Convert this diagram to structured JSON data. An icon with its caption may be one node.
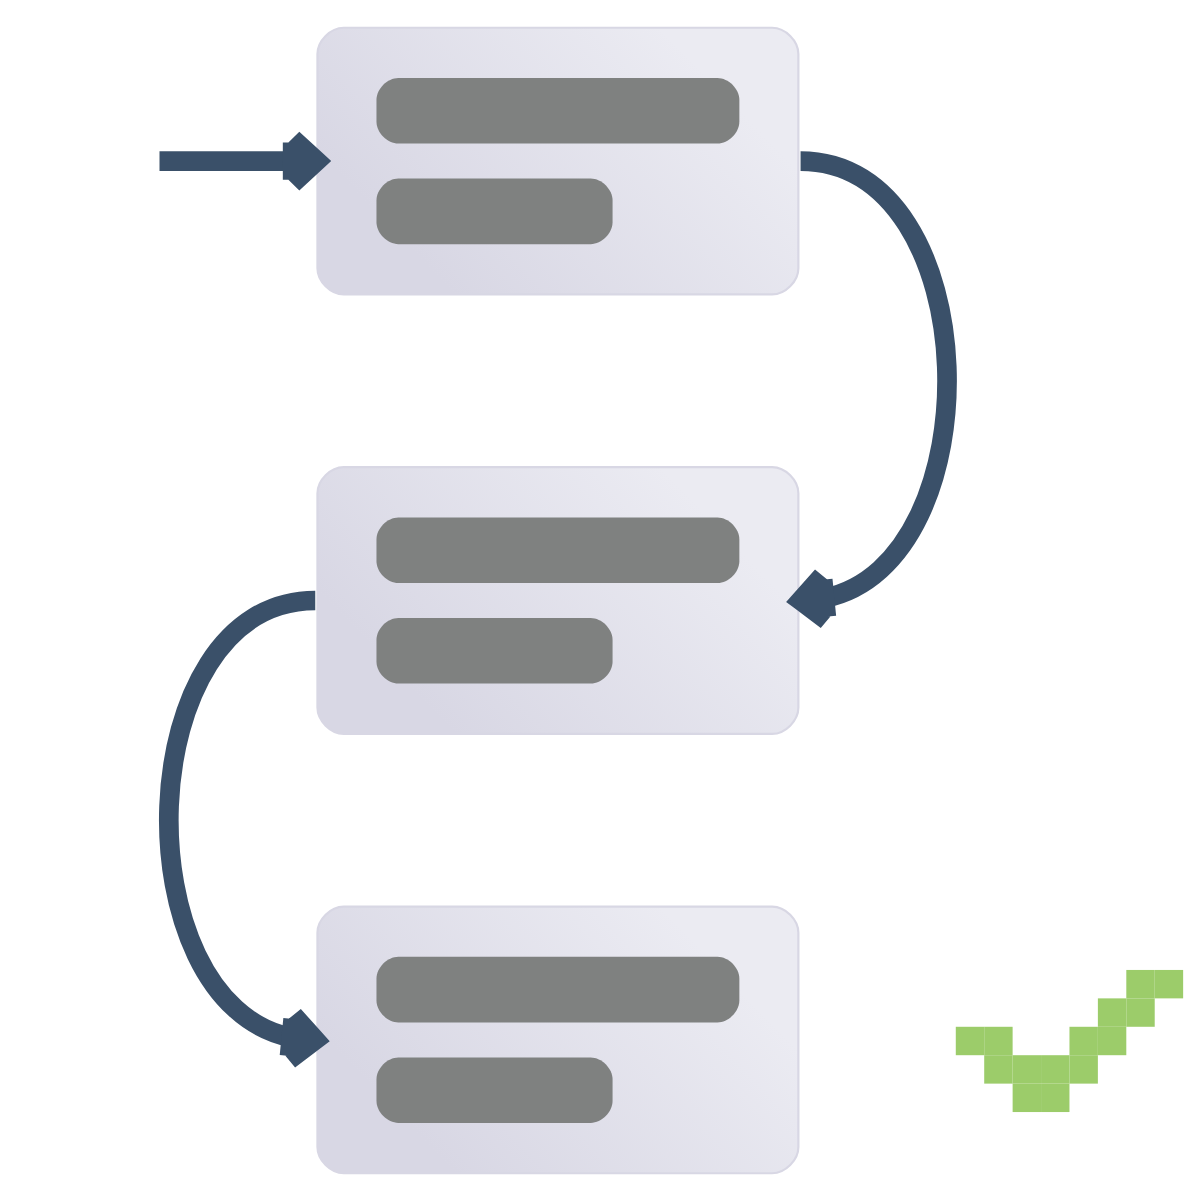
{
  "diagram": {
    "nodes": [
      {
        "text": [],
        "shape": "box"
      },
      {
        "text": [],
        "shape": "box"
      },
      {
        "text": [],
        "shape": "box"
      },
      {
        "text": [],
        "shape": "tick"
      }
    ],
    "edges": [
      {
        "from": null,
        "to": 0,
        "arrow": "to"
      },
      {
        "from": 0,
        "to": 1,
        "arrow": "to"
      },
      {
        "from": 1,
        "to": 2,
        "arrow": "to"
      }
    ]
  }
}
